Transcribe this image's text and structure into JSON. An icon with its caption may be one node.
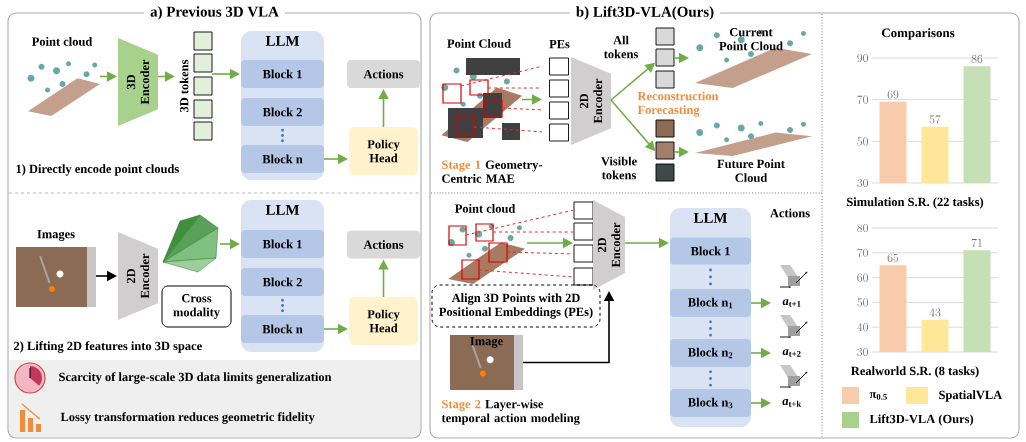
{
  "diagram": {
    "nodes": [
      {
        "text": [
          "a) Previous 3D VLA"
        ]
      },
      {
        "text": [
          "Point cloud"
        ],
        "in": 0
      },
      {
        "text": [
          "3D Encoder"
        ],
        "in": 0
      },
      {
        "text": [],
        "shape": "box",
        "beside": [
          "3D tokens"
        ],
        "in": 0
      },
      {
        "text": [
          "LLM"
        ],
        "in": 0
      },
      {
        "text": [
          "Block 1"
        ],
        "in": 4
      },
      {
        "text": [
          "Block 2"
        ],
        "in": 4
      },
      {
        "text": [
          "Block n"
        ],
        "in": 4
      },
      {
        "text": [
          "Actions"
        ],
        "in": 0
      },
      {
        "text": [
          "Policy Head"
        ],
        "in": 0
      },
      {
        "text": [
          "Images"
        ],
        "in": 0
      },
      {
        "text": [
          "2D Encoder"
        ],
        "in": 0
      },
      {
        "text": [],
        "shape": "picture",
        "in": 0
      },
      {
        "text": [
          "Cross modality"
        ],
        "in": 0
      },
      {
        "text": [
          "LLM"
        ],
        "in": 0
      },
      {
        "text": [
          "Block 1"
        ],
        "in": 14
      },
      {
        "text": [
          "Block 2"
        ],
        "in": 14
      },
      {
        "text": [
          "Block n"
        ],
        "in": 14
      },
      {
        "text": [
          "Actions"
        ],
        "in": 0
      },
      {
        "text": [
          "Policy Head"
        ],
        "in": 0
      },
      {
        "text": [
          "b) Lift3D-VLA(Ours)"
        ]
      },
      {
        "text": [
          "Point Cloud"
        ],
        "in": 20
      },
      {
        "text": [
          "PEs"
        ],
        "in": 20
      },
      {
        "text": [
          "2D Encoder"
        ],
        "in": 20
      },
      {
        "text": [],
        "shape": "box",
        "in": 20
      },
      {
        "text": [],
        "shape": "box",
        "in": 20
      },
      {
        "text": [
          "Current Point Cloud"
        ],
        "in": 20
      },
      {
        "text": [
          "Future Point Cloud"
        ],
        "in": 20
      },
      {
        "text": [
          "Point cloud"
        ],
        "in": 20
      },
      {
        "text": [],
        "shape": "box",
        "in": 20
      },
      {
        "text": [
          "2D Encoder"
        ],
        "in": 20
      },
      {
        "text": [
          "Align 3D Points with 2D Positional Embeddings (PEs)"
        ],
        "in": 20
      },
      {
        "text": [
          "Image"
        ],
        "in": 20
      },
      {
        "text": [
          "LLM"
        ],
        "in": 20
      },
      {
        "text": [
          "Block 1"
        ],
        "in": 33
      },
      {
        "text": [
          "Block n$_{1}$"
        ],
        "in": 33
      },
      {
        "text": [
          "Block n$_{2}$"
        ],
        "in": 33
      },
      {
        "text": [
          "Block n$_{3}$"
        ],
        "in": 33
      },
      {
        "text": [
          "*a*$_{t+1}$"
        ],
        "in": 20
      },
      {
        "text": [
          "*a*$_{t+2}$"
        ],
        "in": 20
      },
      {
        "text": [
          "*a*$_{t+k}$"
        ],
        "in": 20
      }
    ],
    "edges": [
      {
        "from": 1,
        "to": 2,
        "arrow": "to"
      },
      {
        "from": 2,
        "to": 3,
        "arrow": "to"
      },
      {
        "from": 3,
        "to": 5,
        "arrow": "to"
      },
      {
        "from": 7,
        "to": 9,
        "arrow": "to"
      },
      {
        "from": 9,
        "to": 8,
        "arrow": "to"
      },
      {
        "from": 10,
        "to": 11,
        "arrow": "to",
        "color": "#000000"
      },
      {
        "from": 12,
        "to": 15,
        "arrow": "to"
      },
      {
        "from": 17,
        "to": 19,
        "arrow": "to"
      },
      {
        "from": 19,
        "to": 18,
        "arrow": "to"
      },
      {
        "from": 21,
        "to": 22,
        "arrow": "to"
      },
      {
        "from": 21,
        "to": 22,
        "arrow": "none",
        "style": "dashed",
        "color": "#e0302a"
      },
      {
        "from": 21,
        "to": 22,
        "arrow": "none",
        "style": "dashed",
        "color": "#e0302a"
      },
      {
        "from": 21,
        "to": 22,
        "arrow": "none",
        "style": "dashed",
        "color": "#e0302a"
      },
      {
        "from": 21,
        "to": 22,
        "arrow": "none",
        "style": "dashed",
        "color": "#e0302a"
      },
      {
        "from": 23,
        "to": 24,
        "arrow": "to"
      },
      {
        "from": 23,
        "to": 25,
        "arrow": "to"
      },
      {
        "from": 24,
        "to": 26,
        "arrow": "to"
      },
      {
        "from": 25,
        "to": 27,
        "arrow": "to"
      },
      {
        "from": 28,
        "to": 29,
        "arrow": "to"
      },
      {
        "from": 28,
        "to": 29,
        "arrow": "none",
        "style": "dashed",
        "color": "#e0302a"
      },
      {
        "from": 28,
        "to": 29,
        "arrow": "none",
        "style": "dashed",
        "color": "#e0302a"
      },
      {
        "from": 28,
        "to": 29,
        "arrow": "none",
        "style": "dashed",
        "color": "#e0302a"
      },
      {
        "from": 28,
        "to": 29,
        "arrow": "none",
        "style": "dashed",
        "color": "#e0302a"
      },
      {
        "from": 32,
        "to": 30,
        "arrow": "to",
        "color": "#000000"
      },
      {
        "from": 30,
        "to": 34,
        "arrow": "to"
      },
      {
        "from": 35,
        "to": 38,
        "arrow": "to"
      },
      {
        "from": 36,
        "to": 39,
        "arrow": "to"
      },
      {
        "from": 37,
        "to": 40,
        "arrow": "to"
      }
    ],
    "labels": [
      "1) Directly encode point clouds",
      "2) Lifting 2D features into 3D space",
      "Scarcity of large-scale 3D data limits generalization",
      "Lossy transformation reduces geometric fidelity",
      "Reconstruction",
      "Forecasting",
      "Stage 1",
      "Geometry-Centric MAE",
      "Actions",
      "Stage 2",
      "Layer-wise temporal action modeling",
      "All tokens",
      "Visible tokens"
    ],
    "legend": [
      {
        "text": "π$_{0.5}$",
        "color": "#f8cbad"
      },
      {
        "text": "SpatialVLA",
        "color": "#ffe699"
      },
      {
        "text": "Lift3D-VLA (Ours)",
        "color": "#a9d18e"
      }
    ],
    "chart_data": [
      {
        "type": "bar",
        "title": "Comparisons",
        "xlabel": "Simulation S.R. (22 tasks)",
        "categories": [
          null
        ],
        "series": [
          {
            "color": "#f8cbad",
            "values": [
              69
            ]
          },
          {
            "color": "#ffe699",
            "values": [
              57
            ]
          },
          {
            "color": "#c5e0b4",
            "values": [
              86
            ]
          }
        ],
        "ylim": [
          30,
          90
        ],
        "yticks": [
          30,
          50,
          70,
          90
        ],
        "grid": true,
        "data_labels": true
      },
      {
        "type": "bar",
        "xlabel": "Realworld S.R. (8 tasks)",
        "categories": [
          null
        ],
        "series": [
          {
            "color": "#f8cbad",
            "values": [
              65
            ]
          },
          {
            "color": "#ffe699",
            "values": [
              43
            ]
          },
          {
            "color": "#c5e0b4",
            "values": [
              71
            ]
          }
        ],
        "ylim": [
          30,
          80
        ],
        "yticks": [
          30,
          40,
          50,
          60,
          70,
          80
        ],
        "grid": true,
        "data_labels": true
      }
    ]
  }
}
